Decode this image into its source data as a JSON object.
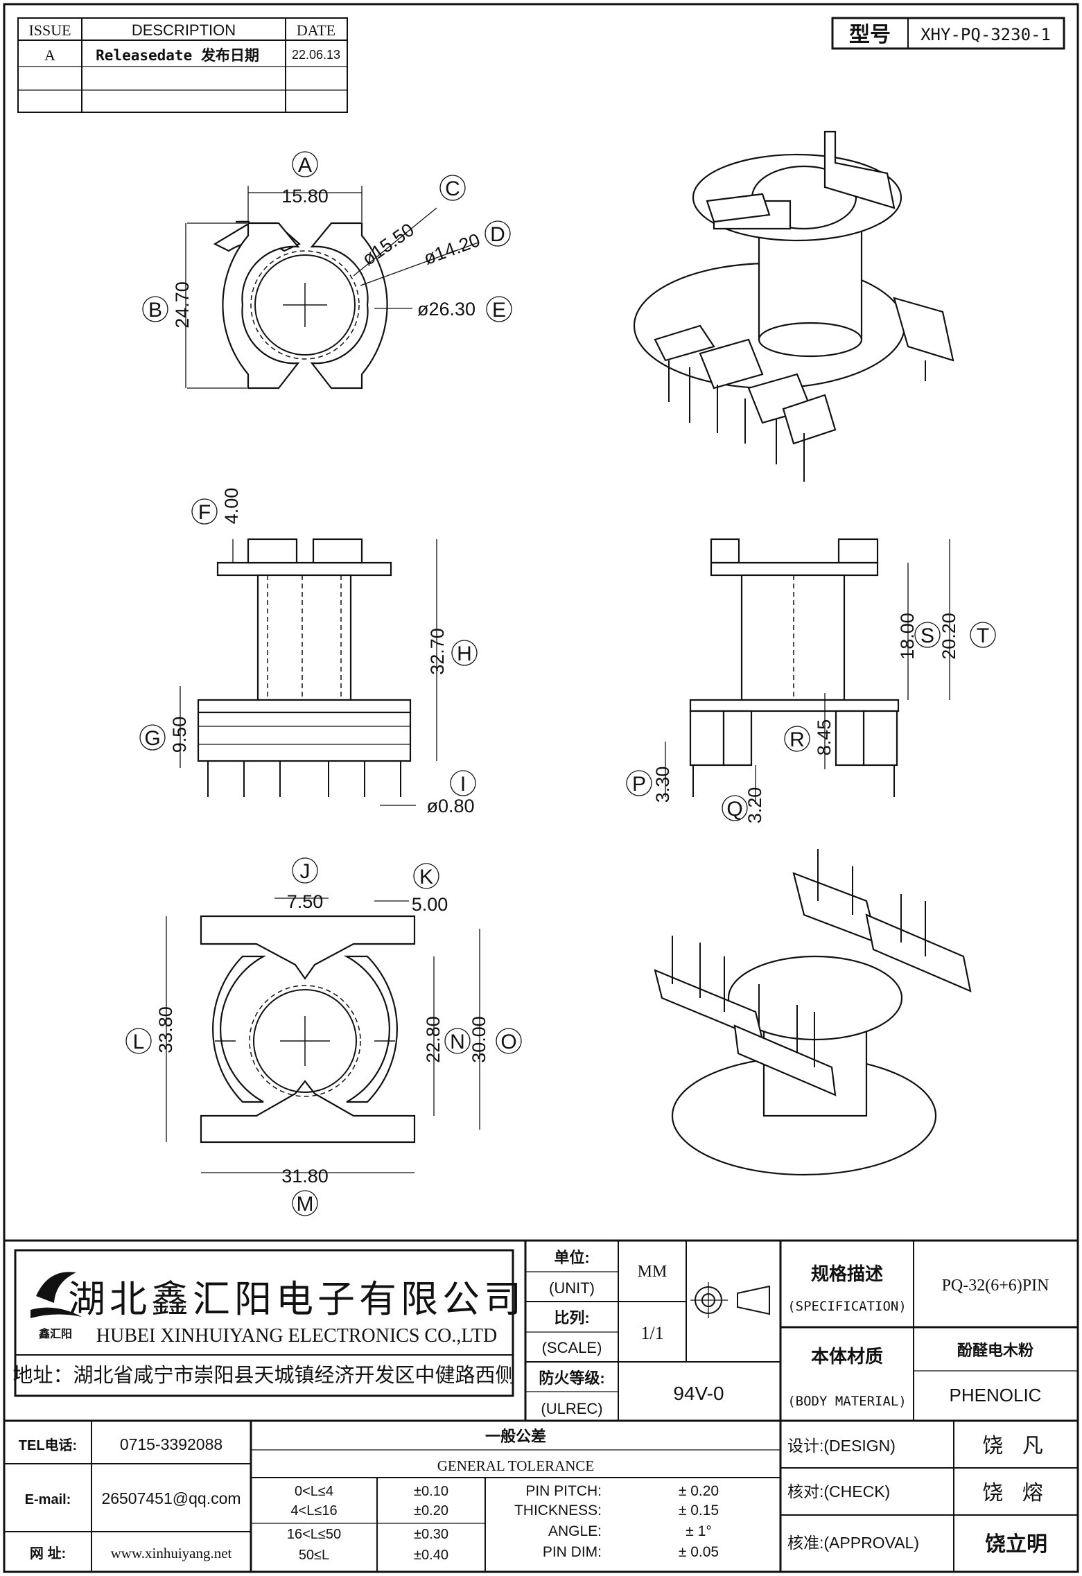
{
  "revision_table": {
    "headers": [
      "ISSUE",
      "DESCRIPTION",
      "DATE"
    ],
    "rows": [
      {
        "issue": "A",
        "description": "Releasedate 发布日期",
        "date": "22.06.13"
      },
      {
        "issue": "",
        "description": "",
        "date": ""
      },
      {
        "issue": "",
        "description": "",
        "date": ""
      }
    ]
  },
  "model": {
    "label": "型号",
    "value": "XHY-PQ-3230-1"
  },
  "views": {
    "top": {
      "labels": [
        "A",
        "B",
        "C",
        "D",
        "E"
      ],
      "dims": {
        "A": "15.80",
        "B": "24.70",
        "C": "ø15.50",
        "D": "ø14.20",
        "E": "ø26.30"
      }
    },
    "front": {
      "labels": [
        "F",
        "G",
        "H",
        "I"
      ],
      "dims": {
        "F": "4.00",
        "G": "9.50",
        "H": "32.70",
        "I": "ø0.80"
      }
    },
    "side": {
      "labels": [
        "P",
        "Q",
        "R",
        "S",
        "T"
      ],
      "dims": {
        "P": "3.30",
        "Q": "3.20",
        "R": "8.45",
        "S": "18.00",
        "T": "20.20"
      }
    },
    "bottom": {
      "labels": [
        "J",
        "K",
        "L",
        "M",
        "N",
        "O"
      ],
      "dims": {
        "J": "7.50",
        "K": "5.00",
        "L": "33.80",
        "M": "31.80",
        "N": "22.80",
        "O": "30.00"
      }
    }
  },
  "company": {
    "name_cn": "湖北鑫汇阳电子有限公司",
    "name_en": "HUBEI XINHUIYANG ELECTRONICS CO.,LTD",
    "address": "地址：湖北省咸宁市崇阳县天城镇经济开发区中健路西侧",
    "logo_text": "鑫汇阳"
  },
  "specs": {
    "unit_label_cn": "单位:",
    "unit_label_en": "(UNIT)",
    "unit_value": "MM",
    "scale_label_cn": "比列:",
    "scale_label_en": "(SCALE)",
    "scale_value": "1/1",
    "ul_label_cn": "防火等级:",
    "ul_label_en": "(ULREC)",
    "ul_value": "94V-0",
    "spec_label_cn": "规格描述",
    "spec_label_en": "(SPECIFICATION)",
    "spec_value": "PQ-32(6+6)PIN",
    "material_label_cn": "本体材质",
    "material_label_en": "(BODY MATERIAL)",
    "material_value_cn": "酚醛电木粉",
    "material_value_en": "PHENOLIC"
  },
  "contact": {
    "tel_label": "TEL电话:",
    "tel_value": "0715-3392088",
    "email_label": "E-mail:",
    "email_value": "26507451@qq.com",
    "web_label": "网 址:",
    "web_value": "www.xinhuiyang.net"
  },
  "tolerance": {
    "title_cn": "一般公差",
    "title_en": "GENERAL TOLERANCE",
    "ranges": [
      {
        "range": "0<L≤4",
        "tol": "±0.10"
      },
      {
        "range": "4<L≤16",
        "tol": "±0.20"
      },
      {
        "range": "16<L≤50",
        "tol": "±0.30"
      },
      {
        "range": "50≤L",
        "tol": "±0.40"
      }
    ],
    "items": [
      {
        "name": "PIN PITCH:",
        "tol": "± 0.20"
      },
      {
        "name": "THICKNESS:",
        "tol": "± 0.15"
      },
      {
        "name": "ANGLE:",
        "tol": "± 1°"
      },
      {
        "name": "PIN DIM:",
        "tol": "± 0.05"
      }
    ]
  },
  "signoff": {
    "design_label": "设计:(DESIGN)",
    "design_name": "饶 凡",
    "check_label": "核对:(CHECK)",
    "check_name": "饶 熔",
    "approval_label": "核准:(APPROVAL)",
    "approval_name": "饶立明"
  }
}
